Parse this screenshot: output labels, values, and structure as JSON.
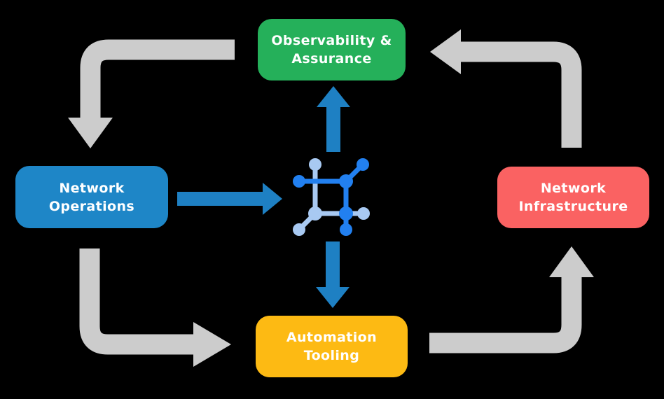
{
  "diagram": {
    "background_color": "#000000",
    "nodes": {
      "observability_assurance": {
        "label": "Observability &\nAssurance",
        "color": "#25B05A",
        "text_color": "#FFFFFF"
      },
      "network_operations": {
        "label": "Network\nOperations",
        "color": "#1E86C7",
        "text_color": "#FFFFFF"
      },
      "network_infrastructure": {
        "label": "Network\nInfrastructure",
        "color": "#FA6262",
        "text_color": "#FFFFFF"
      },
      "automation_tooling": {
        "label": "Automation\nTooling",
        "color": "#FDBA13",
        "text_color": "#FFFFFF"
      }
    },
    "center_icon": {
      "name": "network-node-icon",
      "dark_color": "#2280F0",
      "light_color": "#A8C9F2"
    },
    "cycle_arrows": {
      "color": "#CCCCCC"
    },
    "flow_arrows": {
      "color": "#1E80C3"
    }
  }
}
